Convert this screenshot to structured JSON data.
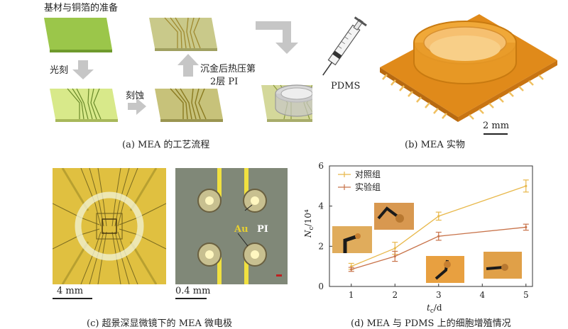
{
  "panel_a": {
    "title_top": "基材与铜箔的准备",
    "step_litho": "光刻",
    "step_etch": "刻蚀",
    "step_gold_line1": "沉金后热压第",
    "step_gold_line2": "2层 PI",
    "pdms_label": "PDMS",
    "caption": "(a) MEA 的工艺流程"
  },
  "panel_b": {
    "scale_label": "2 mm",
    "caption": "(b) MEA 实物"
  },
  "panel_c": {
    "scale_left": "4 mm",
    "scale_right": "0.4 mm",
    "label_au": "Au",
    "label_pi": "PI",
    "caption": "(c) 超景深显微镜下的 MEA 微电极"
  },
  "panel_d": {
    "caption": "(d) MEA 与 PDMS 上的细胞增殖情况",
    "ylabel_main": "N",
    "ylabel_sub": "c",
    "ylabel_unit": "/10⁴",
    "xlabel_main": "t",
    "xlabel_sub": "c",
    "xlabel_unit": "/d"
  },
  "chart_data": {
    "type": "line",
    "x": [
      1,
      2,
      3,
      4,
      5
    ],
    "xticks": [
      "1",
      "2",
      "3",
      "4",
      "5"
    ],
    "yticks": [
      "0",
      "2",
      "4",
      "6"
    ],
    "ylim": [
      0,
      6
    ],
    "xlim": [
      0.5,
      5.15
    ],
    "legend_position": "top-left",
    "series": [
      {
        "name": "对照组",
        "color": "#e8b84a",
        "points": [
          [
            1,
            1.0
          ],
          [
            2,
            1.9
          ],
          [
            3,
            3.5
          ],
          [
            5,
            5.0
          ]
        ],
        "errors": [
          0.15,
          0.3,
          0.2,
          0.3
        ]
      },
      {
        "name": "实验组",
        "color": "#c8734a",
        "points": [
          [
            1,
            0.85
          ],
          [
            2,
            1.5
          ],
          [
            3,
            2.5
          ],
          [
            5,
            2.95
          ]
        ],
        "errors": [
          0.1,
          0.25,
          0.2,
          0.15
        ]
      }
    ]
  }
}
